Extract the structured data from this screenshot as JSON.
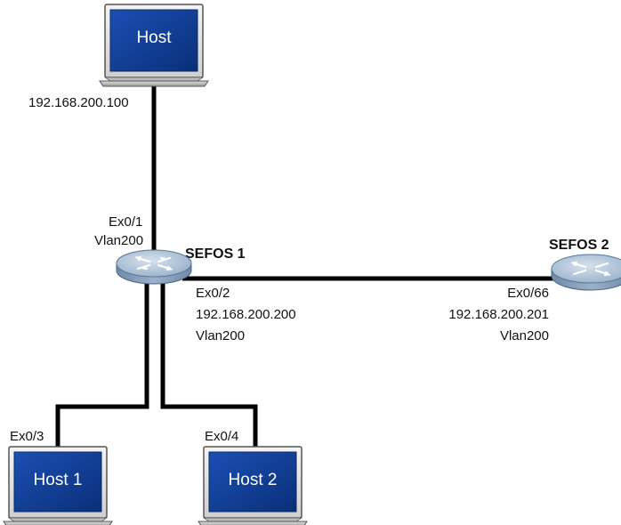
{
  "colors": {
    "screen_fill": "#0d3a8e",
    "monitor_frame": "#e6e6e6",
    "router_top": "#a9bfd6",
    "router_side": "#7f9ab6",
    "link": "#000000"
  },
  "nodes": {
    "host_top": {
      "label": "Host",
      "ip": "192.168.200.100",
      "icon": "monitor-icon"
    },
    "sefos1": {
      "name": "SEFOS 1",
      "icon": "router-icon",
      "port_up": "Ex0/1",
      "vlan_up": "Vlan200",
      "port_right": "Ex0/2",
      "ip_right": "192.168.200.200",
      "vlan_right": "Vlan200"
    },
    "sefos2": {
      "name": "SEFOS 2",
      "icon": "router-icon",
      "port": "Ex0/66",
      "ip": "192.168.200.201",
      "vlan": "Vlan200"
    },
    "host1": {
      "label": "Host 1",
      "port": "Ex0/3",
      "icon": "monitor-icon"
    },
    "host2": {
      "label": "Host 2",
      "port": "Ex0/4",
      "icon": "monitor-icon"
    }
  }
}
